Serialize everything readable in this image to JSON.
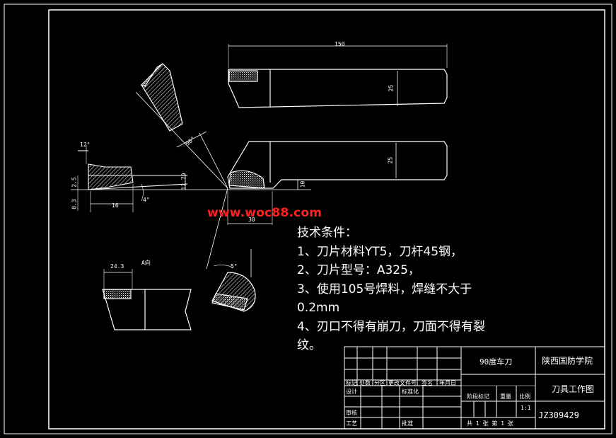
{
  "watermark": "www.woc88.com",
  "technical_conditions": {
    "heading": "技术条件：",
    "item1": "1、刀片材料YT5，刀杆45钢，",
    "item2": "2、刀片型号：A325，",
    "item3a": "3、使用105号焊料，焊缝不大于",
    "item3b": "0.2mm",
    "item4a": "4、刃口不得有崩刀，刀面不得有裂",
    "item4b": "纹。"
  },
  "dimensions": {
    "length_150": "150",
    "height_25_top": "25",
    "height_25_mid": "25",
    "width_30": "30",
    "dim_16": "16",
    "dim_24_3": "24.3",
    "dim_10": "10",
    "dim_12_79": "12.79",
    "dim_0_3": "0.3",
    "dim_2_5": "2.5",
    "angle_12": "12°",
    "angle_4": "4°",
    "angle_5": "5°",
    "dim_90": "90°",
    "note_a": "A向"
  },
  "title_block": {
    "drawing_name": "90度车刀",
    "school": "陕西国防学院",
    "sheet_type": "刀具工作图",
    "drawing_number": "JZ309429",
    "scale_value": "1:1",
    "sheet_info": "共 1 张  第 1 张",
    "headers": {
      "mark": "标记",
      "count": "处数",
      "zone": "分区",
      "change_doc": "更改文件号",
      "sign": "签名",
      "date": "年月日",
      "design": "设计",
      "standardize": "标准化",
      "stage_mark": "阶段标记",
      "weight": "重量",
      "scale": "比例",
      "review": "审核",
      "process": "工艺",
      "approve": "批准"
    }
  }
}
